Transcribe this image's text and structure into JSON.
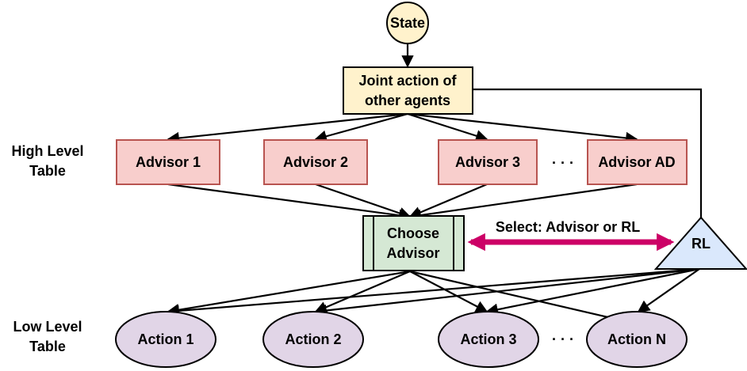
{
  "state": {
    "label": "State"
  },
  "joint_action": {
    "line1": "Joint action of",
    "line2": "other agents"
  },
  "high_level": {
    "line1": "High Level",
    "line2": "Table"
  },
  "low_level": {
    "line1": "Low Level",
    "line2": "Table"
  },
  "advisors": [
    "Advisor 1",
    "Advisor 2",
    "Advisor 3",
    "Advisor AD"
  ],
  "ellipsis": "· · ·",
  "choose_advisor": {
    "line1": "Choose",
    "line2": "Advisor"
  },
  "select_label": "Select: Advisor or RL",
  "rl": {
    "label": "RL"
  },
  "actions": [
    "Action 1",
    "Action 2",
    "Action 3",
    "Action N"
  ],
  "colors": {
    "state_fill": "#fff2cc",
    "state_stroke": "#d6b656",
    "advisor_fill": "#f8cecc",
    "advisor_stroke": "#b85450",
    "choose_fill": "#d5e8d4",
    "choose_stroke": "#82b366",
    "rl_fill": "#dae8fc",
    "rl_stroke": "#6c8ebf",
    "action_fill": "#e1d5e7",
    "action_stroke": "#9673a6",
    "select_arrow": "#cc0066"
  }
}
